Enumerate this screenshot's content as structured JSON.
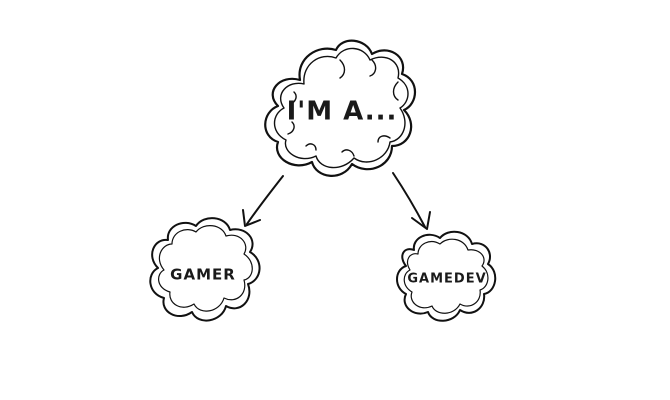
{
  "diagram": {
    "root": {
      "label": "I'M A..."
    },
    "children": [
      {
        "label": "GAMER"
      },
      {
        "label": "GAMEDEV"
      }
    ],
    "colors": {
      "ink": "#111111",
      "background": "#ffffff"
    }
  }
}
